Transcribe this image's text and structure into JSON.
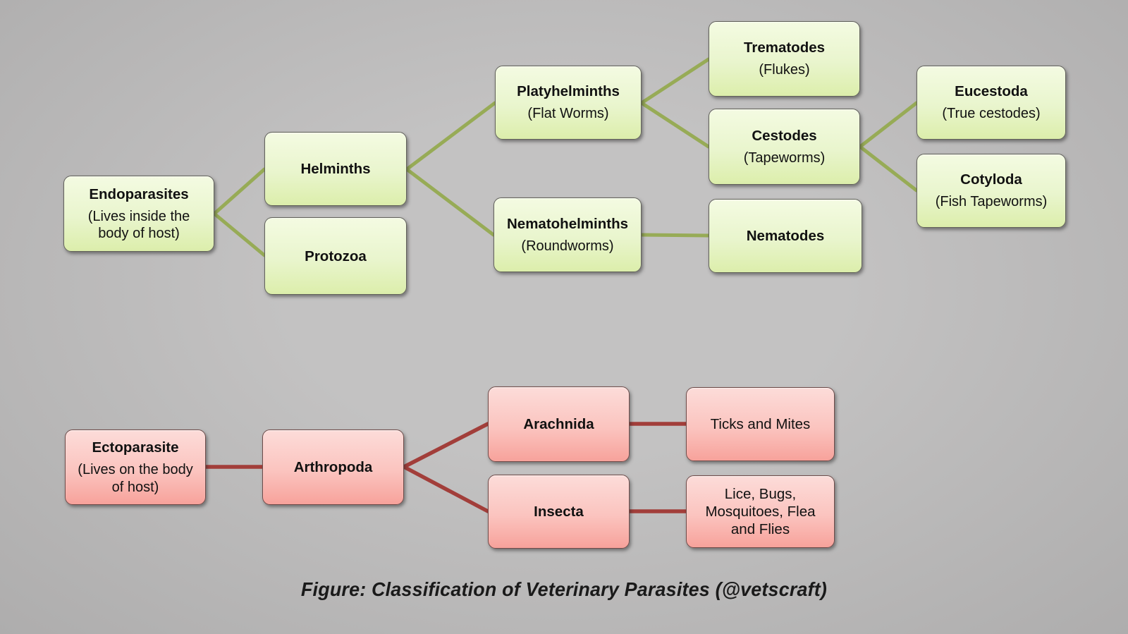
{
  "caption": "Figure: Classification of Veterinary Parasites (@vetscraft)",
  "colors": {
    "background_center": "#c3c2c2",
    "background_edge": "#aeadad",
    "green_line": "#97ab56",
    "red_line": "#a23e3a",
    "green_box_top": "#f4fbe2",
    "green_box_mid": "#e9f5cd",
    "green_box_bottom": "#dceeab",
    "green_box_border": "#62625a",
    "pink_box_top": "#fcdcd9",
    "pink_box_mid": "#fbc4bf",
    "pink_box_bottom": "#f7a29b",
    "pink_box_border": "#6f4b49",
    "text": "#111111",
    "caption_color": "#1a1a1a"
  },
  "endoparasite_tree": {
    "nodes": [
      {
        "id": "endoparasites",
        "title": "Endoparasites",
        "subtitle": "(Lives inside the body of host)"
      },
      {
        "id": "helminths",
        "title": "Helminths",
        "subtitle": ""
      },
      {
        "id": "protozoa",
        "title": "Protozoa",
        "subtitle": ""
      },
      {
        "id": "platyhelminths",
        "title": "Platyhelminths",
        "subtitle": "(Flat Worms)"
      },
      {
        "id": "nematohelminths",
        "title": "Nematohelminths",
        "subtitle": "(Roundworms)"
      },
      {
        "id": "trematodes",
        "title": "Trematodes",
        "subtitle": "(Flukes)"
      },
      {
        "id": "cestodes",
        "title": "Cestodes",
        "subtitle": "(Tapeworms)"
      },
      {
        "id": "nematodes",
        "title": "Nematodes",
        "subtitle": ""
      },
      {
        "id": "eucestoda",
        "title": "Eucestoda",
        "subtitle": "(True cestodes)"
      },
      {
        "id": "cotyloda",
        "title": "Cotyloda",
        "subtitle": "(Fish Tapeworms)"
      }
    ],
    "edges": [
      [
        "Endoparasites",
        "Helminths"
      ],
      [
        "Endoparasites",
        "Protozoa"
      ],
      [
        "Helminths",
        "Platyhelminths"
      ],
      [
        "Helminths",
        "Nematohelminths"
      ],
      [
        "Platyhelminths",
        "Trematodes"
      ],
      [
        "Platyhelminths",
        "Cestodes"
      ],
      [
        "Nematohelminths",
        "Nematodes"
      ],
      [
        "Cestodes",
        "Eucestoda"
      ],
      [
        "Cestodes",
        "Cotyloda"
      ]
    ]
  },
  "ectoparasite_tree": {
    "nodes": [
      {
        "id": "ectoparasite",
        "title": "Ectoparasite",
        "subtitle": "(Lives on the body of host)"
      },
      {
        "id": "arthropoda",
        "title": "Arthropoda",
        "subtitle": ""
      },
      {
        "id": "arachnida",
        "title": "Arachnida",
        "subtitle": ""
      },
      {
        "id": "insecta",
        "title": "Insecta",
        "subtitle": ""
      },
      {
        "id": "ticks_mites",
        "title": "Ticks and Mites",
        "subtitle": ""
      },
      {
        "id": "lice_bugs",
        "title": "Lice, Bugs, Mosquitoes, Flea and Flies",
        "subtitle": ""
      }
    ],
    "edges": [
      [
        "Ectoparasite",
        "Arthropoda"
      ],
      [
        "Arthropoda",
        "Arachnida"
      ],
      [
        "Arthropoda",
        "Insecta"
      ],
      [
        "Arachnida",
        "Ticks and Mites"
      ],
      [
        "Insecta",
        "Lice, Bugs, Mosquitoes, Flea and Flies"
      ]
    ]
  }
}
